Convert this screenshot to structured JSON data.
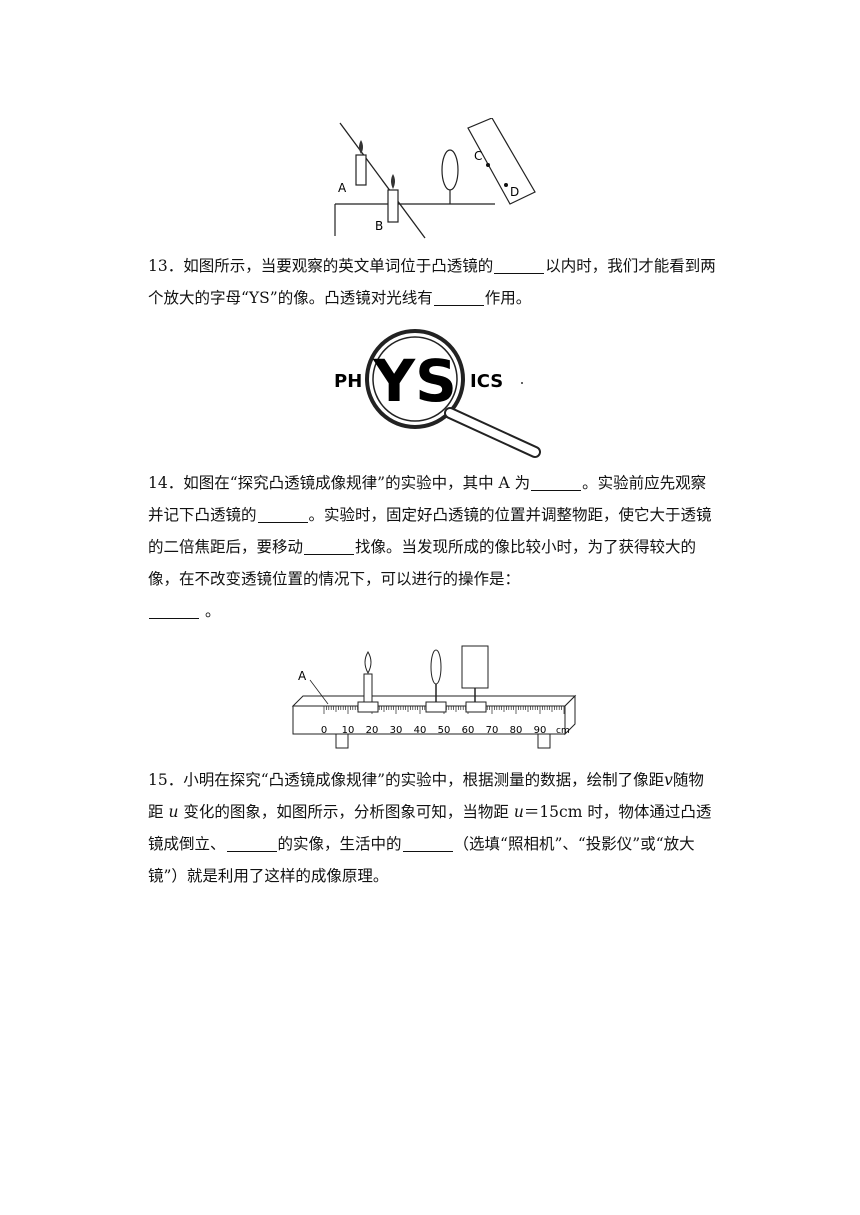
{
  "figure1": {
    "label_a": "A",
    "label_b": "B",
    "label_c": "C",
    "label_d": "D"
  },
  "q13": {
    "part1": "13．如图所示，当要观察的英文单词位于凸透镜的",
    "part2": "以内时，我们才能看到两个放大的字母“YS”的像。凸透镜对光线有",
    "part3": "作用。"
  },
  "figure2": {
    "left_text": "PH",
    "lens_text": "YS",
    "right_text": "ICS"
  },
  "q14": {
    "part1": "14．如图在“探究凸透镜成像规律”的实验中，其中 A 为",
    "part2": "。实验前应先观察并记下凸透镜的",
    "part3": "。实验时，固定好凸透镜的位置并调整物距，使它大于透镜的二倍焦距后，要移动",
    "part4": "找像。当发现所成的像比较小时，为了获得较大的像，在不改变透镜位置的情况下，可以进行的操作是：",
    "part5": "。"
  },
  "figure3": {
    "label_a": "A",
    "ticks": [
      "0",
      "10",
      "20",
      "30",
      "40",
      "50",
      "60",
      "70",
      "80",
      "90"
    ],
    "unit": "cm"
  },
  "q15": {
    "part1": "15．小明在探究“凸透镜成像规律”的实验中，根据测量的数据，绘制了像距",
    "var_v": "v",
    "part2": "随物距",
    "var_u": "u",
    "part3": "变化的图象，如图所示，分析图象可知，当物距",
    "var_u2": "u",
    "part4": "＝15cm 时，物体通过凸透镜成倒立、",
    "part5": "的实像，生活中的",
    "part6": "（选填“照相机”、“投影仪”或“放大镜”）就是利用了这样的成像原理。"
  }
}
